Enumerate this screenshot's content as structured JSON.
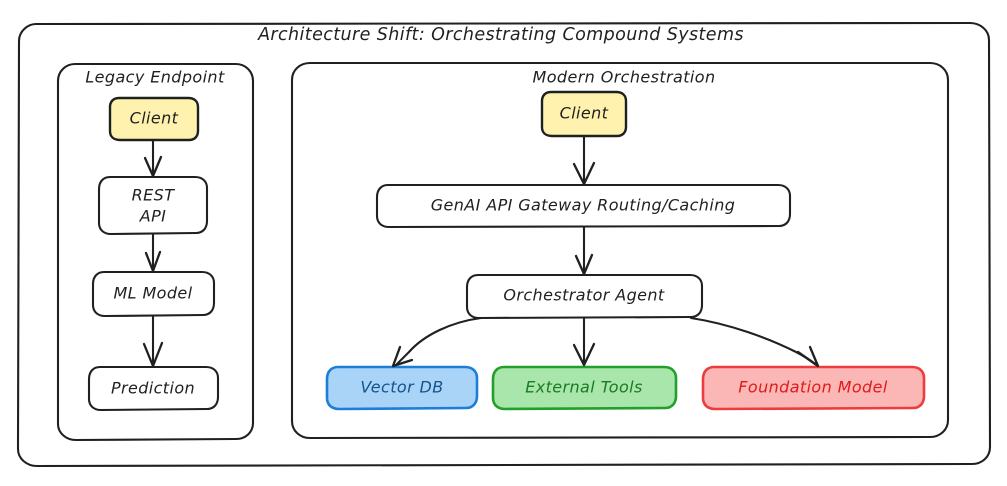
{
  "diagram": {
    "type": "flowchart",
    "title": "Architecture Shift: Orchestrating Compound Systems",
    "background_color": "#ffffff",
    "line_color": "#1f2020",
    "clusters": [
      {
        "id": "legacy",
        "label": "Legacy Endpoint"
      },
      {
        "id": "modern",
        "label": "Modern Orchestration"
      }
    ],
    "nodes": [
      {
        "id": "legacy_client",
        "label": "Client",
        "cluster": "legacy",
        "fill": "#fff2ae",
        "stroke": "#1f2020",
        "text_color": "#1f2020"
      },
      {
        "id": "rest_api",
        "label": "REST",
        "label2": "API",
        "cluster": "legacy",
        "fill": "#ffffff",
        "stroke": "#1f2020",
        "text_color": "#1f2020"
      },
      {
        "id": "ml_model",
        "label": "ML Model",
        "cluster": "legacy",
        "fill": "#ffffff",
        "stroke": "#1f2020",
        "text_color": "#1f2020"
      },
      {
        "id": "prediction",
        "label": "Prediction",
        "cluster": "legacy",
        "fill": "#ffffff",
        "stroke": "#1f2020",
        "text_color": "#1f2020"
      },
      {
        "id": "modern_client",
        "label": "Client",
        "cluster": "modern",
        "fill": "#fff2ae",
        "stroke": "#1f2020",
        "text_color": "#1f2020"
      },
      {
        "id": "gateway",
        "label": "GenAI API Gateway Routing/Caching",
        "cluster": "modern",
        "fill": "#ffffff",
        "stroke": "#1f2020",
        "text_color": "#1f2020"
      },
      {
        "id": "orchestrator",
        "label": "Orchestrator Agent",
        "cluster": "modern",
        "fill": "#ffffff",
        "stroke": "#1f2020",
        "text_color": "#1f2020"
      },
      {
        "id": "vector_db",
        "label": "Vector DB",
        "cluster": "modern",
        "fill": "#a9d3f7",
        "stroke": "#1c7ed6",
        "text_color": "#14538f"
      },
      {
        "id": "external_tools",
        "label": "External Tools",
        "cluster": "modern",
        "fill": "#a9e6ab",
        "stroke": "#23a02b",
        "text_color": "#1c7a22"
      },
      {
        "id": "foundation",
        "label": "Foundation Model",
        "cluster": "modern",
        "fill": "#fbb6b6",
        "stroke": "#ee3b3b",
        "text_color": "#e01b1b"
      }
    ],
    "edges": [
      {
        "from": "legacy_client",
        "to": "rest_api",
        "label": ""
      },
      {
        "from": "rest_api",
        "to": "ml_model",
        "label": ""
      },
      {
        "from": "ml_model",
        "to": "prediction",
        "label": ""
      },
      {
        "from": "modern_client",
        "to": "gateway",
        "label": ""
      },
      {
        "from": "gateway",
        "to": "orchestrator",
        "label": ""
      },
      {
        "from": "orchestrator",
        "to": "vector_db",
        "label": ""
      },
      {
        "from": "orchestrator",
        "to": "external_tools",
        "label": ""
      },
      {
        "from": "orchestrator",
        "to": "foundation",
        "label": ""
      }
    ]
  }
}
